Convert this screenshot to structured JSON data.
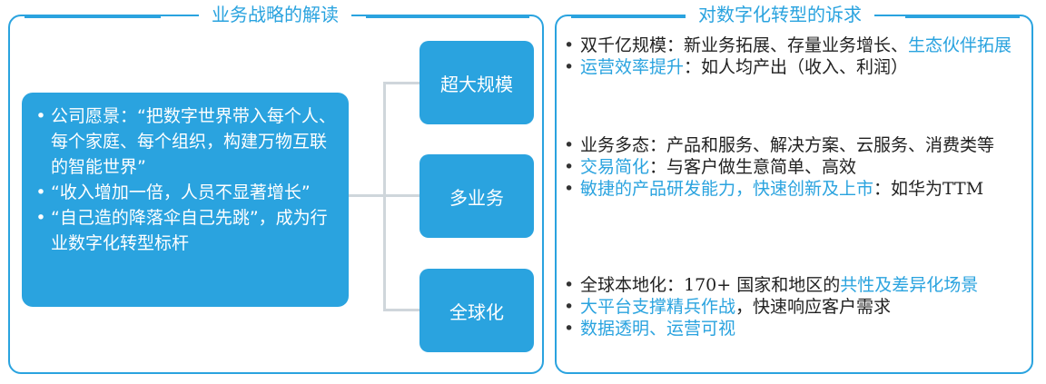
{
  "left": {
    "title": "业务战略的解读",
    "vision_items": [
      "公司愿景：“把数字世界带入每个人、每个家庭、每个组织，构建万物互联的智能世界”",
      "“收入增加一倍，人员不显著增长”",
      "“自己造的降落伞自己先跳”，成为行业数字化转型标杆"
    ],
    "goals": [
      "超大规模",
      "多业务",
      "全球化"
    ]
  },
  "right": {
    "title": "对数字化转型的诉求",
    "groups": [
      {
        "items": [
          {
            "plain": "双千亿规模：新业务拓展、存量业务增长、",
            "highlight": "生态伙伴拓展",
            "rest": ""
          },
          {
            "plain": "",
            "highlight": "运营效率提升",
            "rest": "：如人均产出（收入、利润）"
          }
        ]
      },
      {
        "items": [
          {
            "plain": "业务多态：产品和服务、解决方案、云服务、消费类等",
            "highlight": "",
            "rest": ""
          },
          {
            "plain": "",
            "highlight": "交易简化",
            "rest": "：与客户做生意简单、高效"
          },
          {
            "plain": "",
            "highlight": "敏捷的产品研发能力，快速创新及上市",
            "rest": "：如华为TTM"
          }
        ]
      },
      {
        "items": [
          {
            "plain": "全球本地化：170+ 国家和地区的",
            "highlight": "共性及差异化场景",
            "rest": ""
          },
          {
            "plain": "",
            "highlight": "大平台支撑精兵作战",
            "rest": "，快速响应客户需求"
          },
          {
            "plain": "",
            "highlight": "数据透明、运营可视",
            "rest": ""
          }
        ]
      }
    ]
  },
  "colors": {
    "accent": "#2aa3df",
    "connector": "#cfd6db",
    "text": "#222222"
  }
}
